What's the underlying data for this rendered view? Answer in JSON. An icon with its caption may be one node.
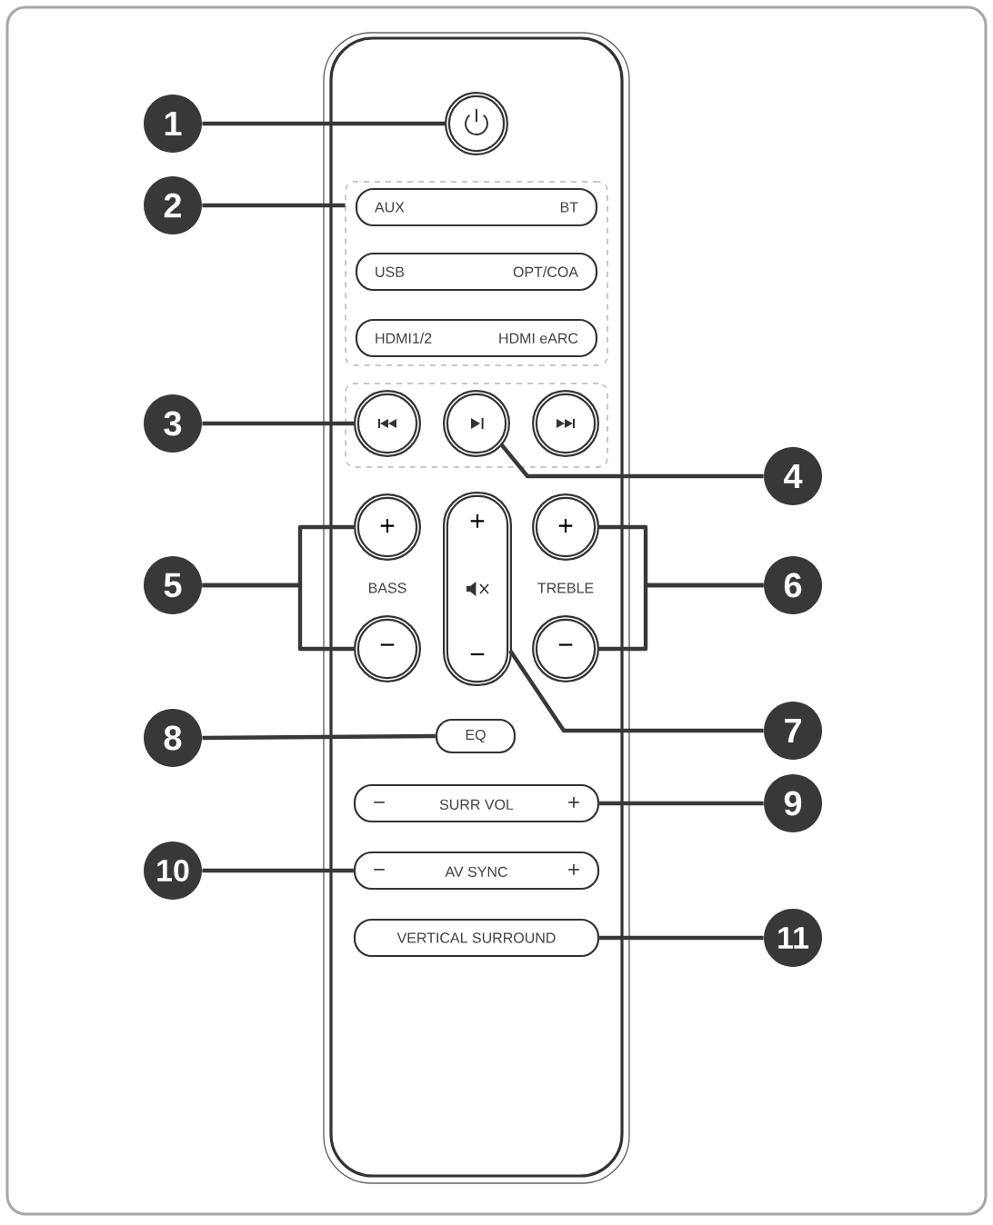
{
  "diagram": {
    "nodes": [
      {
        "text": [
          "1"
        ]
      },
      {
        "text": [
          "2"
        ]
      },
      {
        "text": [
          "3"
        ]
      },
      {
        "text": [
          "4"
        ]
      },
      {
        "text": [
          "5"
        ]
      },
      {
        "text": [
          "6"
        ]
      },
      {
        "text": [
          "7"
        ]
      },
      {
        "text": [
          "8"
        ]
      },
      {
        "text": [
          "9"
        ]
      },
      {
        "text": [
          "10"
        ]
      },
      {
        "text": [
          "11"
        ]
      },
      {
        "text": [],
        "shape": "circle"
      },
      {
        "text": [],
        "shape": "box"
      },
      {
        "text": [
          "AUX",
          "BT"
        ],
        "in": 12
      },
      {
        "text": [
          "USB",
          "OPT/COA"
        ],
        "in": 12
      },
      {
        "text": [
          "HDMI1/2",
          "HDMI eARC"
        ],
        "in": 12
      },
      {
        "text": [],
        "shape": "box"
      },
      {
        "text": [],
        "shape": "circle",
        "in": 16
      },
      {
        "text": [],
        "shape": "circle",
        "in": 16
      },
      {
        "text": [],
        "shape": "circle",
        "in": 16
      },
      {
        "text": [
          "+"
        ]
      },
      {
        "text": [
          "−"
        ]
      },
      {
        "text": [
          "+",
          "−"
        ]
      },
      {
        "text": [
          "+"
        ]
      },
      {
        "text": [
          "−"
        ]
      },
      {
        "text": [
          "EQ"
        ]
      },
      {
        "text": [
          "−",
          "SURR VOL",
          "+"
        ]
      },
      {
        "text": [
          "−",
          "AV SYNC",
          "+"
        ]
      },
      {
        "text": [
          "VERTICAL SURROUND"
        ]
      }
    ],
    "edges": [
      {
        "from": 0,
        "to": 11,
        "arrow": "none"
      },
      {
        "from": 1,
        "to": 12,
        "arrow": "none"
      },
      {
        "from": 2,
        "to": 17,
        "arrow": "none"
      },
      {
        "from": 3,
        "to": 18,
        "arrow": "none"
      },
      {
        "from": 4,
        "to": 20,
        "arrow": "none"
      },
      {
        "from": 4,
        "to": 21,
        "arrow": "none"
      },
      {
        "from": 5,
        "to": 23,
        "arrow": "none"
      },
      {
        "from": 5,
        "to": 24,
        "arrow": "none"
      },
      {
        "from": 6,
        "to": 22,
        "arrow": "none"
      },
      {
        "from": 7,
        "to": 25,
        "arrow": "none"
      },
      {
        "from": 8,
        "to": 26,
        "arrow": "none"
      },
      {
        "from": 9,
        "to": 27,
        "arrow": "none"
      },
      {
        "from": 10,
        "to": 28,
        "arrow": "none"
      }
    ],
    "labels": [
      "BASS",
      "TREBLE"
    ]
  }
}
